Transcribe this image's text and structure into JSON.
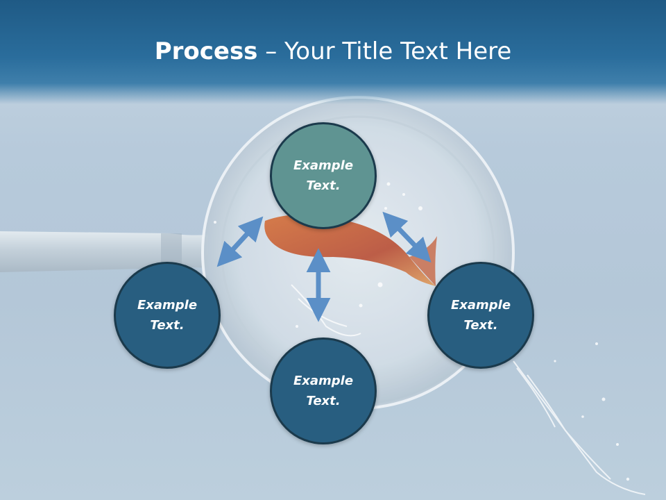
{
  "title": {
    "bold": "Process",
    "rest": " – Your Title Text Here"
  },
  "nodes": {
    "top": "Example Text.",
    "left": "Example Text.",
    "right": "Example Text.",
    "bottom": "Example Text."
  },
  "colors": {
    "header": "#2a6d9c",
    "node_top": "#5f9492",
    "node_blue": "#285e80",
    "node_border": "#1b3a4c",
    "arrow": "#5b8fc7"
  }
}
